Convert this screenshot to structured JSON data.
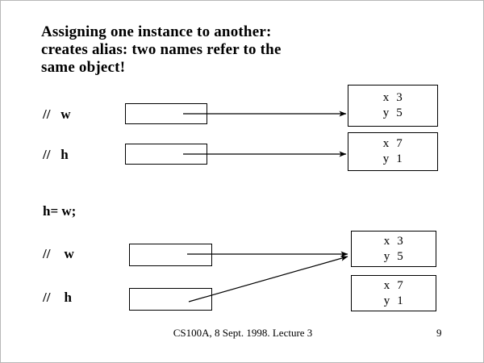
{
  "slide": {
    "title": "Assigning one instance to another:\ncreates alias: two names refer to the\nsame object!",
    "footer": "CS100A, 8 Sept. 1998. Lecture 3",
    "page_number": "9",
    "statement": "h= w;",
    "before": {
      "variables": [
        {
          "label": "//   w",
          "name": "w"
        },
        {
          "label": "//   h",
          "name": "h"
        }
      ],
      "objects": [
        {
          "fields": [
            "x  3",
            "y  5"
          ]
        },
        {
          "fields": [
            "x  7",
            "y  1"
          ]
        }
      ]
    },
    "after": {
      "variables": [
        {
          "label": "//    w",
          "name": "w"
        },
        {
          "label": "//    h",
          "name": "h"
        }
      ],
      "objects": [
        {
          "fields": [
            "x  3",
            "y  5"
          ]
        },
        {
          "fields": [
            "x  7",
            "y  1"
          ]
        }
      ]
    }
  },
  "colors": {
    "ink": "#000000",
    "paper": "#ffffff",
    "slide_border": "#b8b8b8"
  }
}
